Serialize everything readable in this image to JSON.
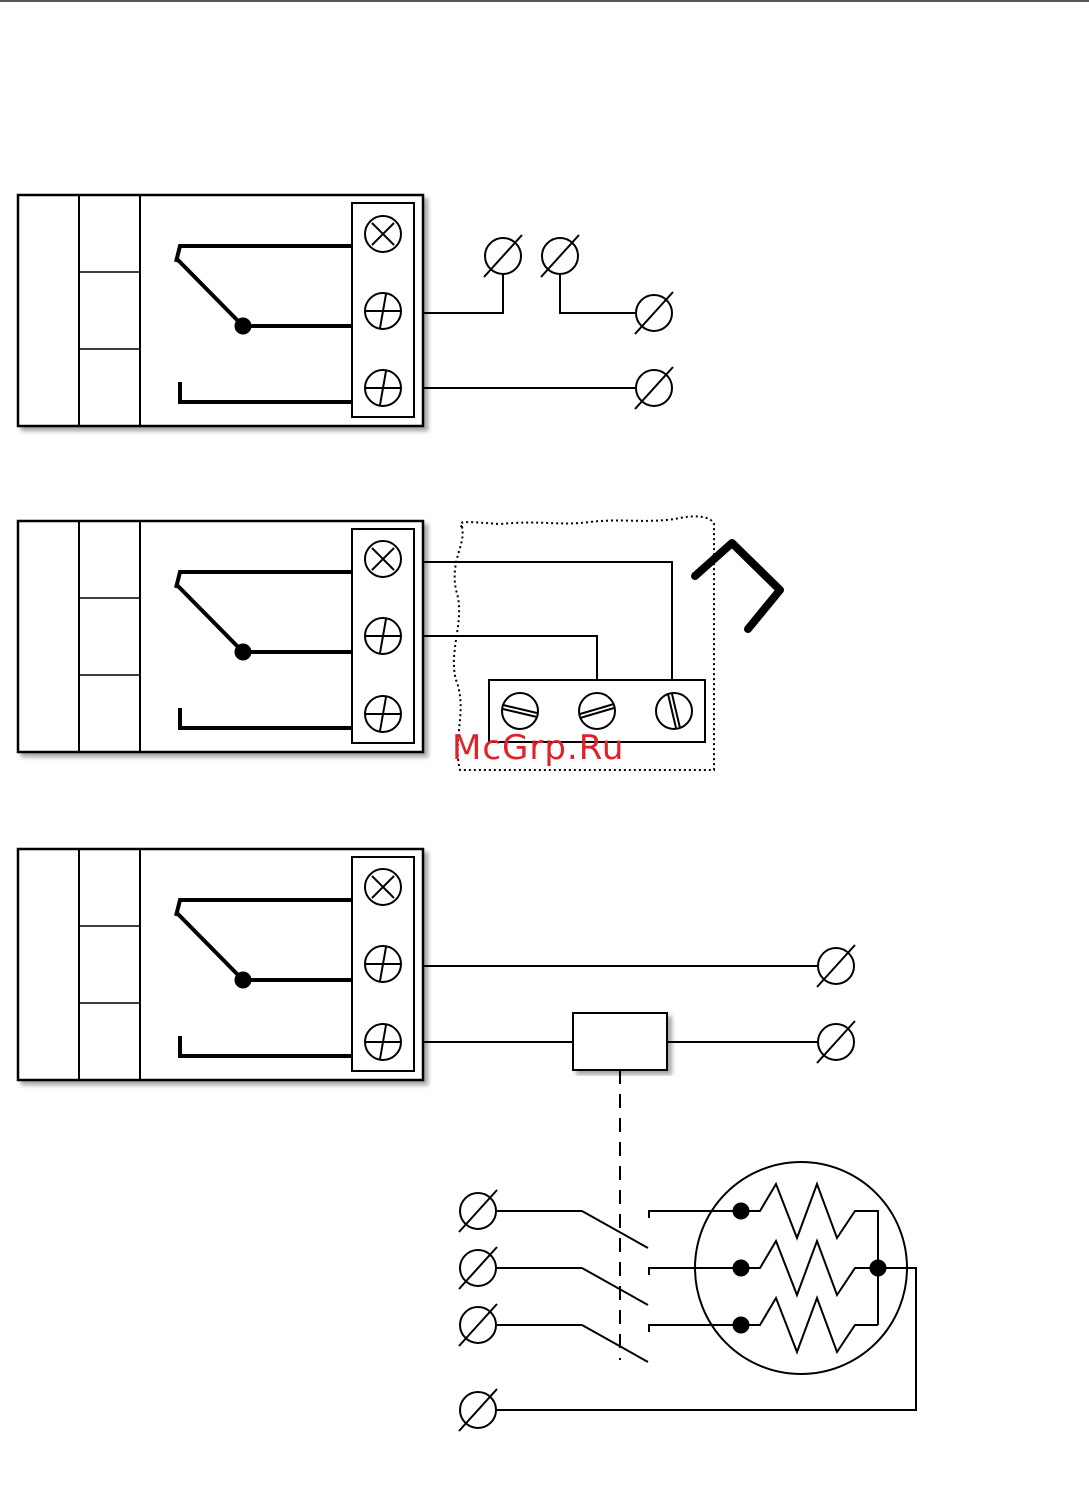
{
  "watermark": {
    "text": "McGrp.Ru",
    "color": "#e0212a"
  },
  "diagrams": [
    {
      "id": "diagram-1",
      "label": ""
    },
    {
      "id": "diagram-2",
      "label": ""
    },
    {
      "id": "diagram-3",
      "label": ""
    }
  ]
}
